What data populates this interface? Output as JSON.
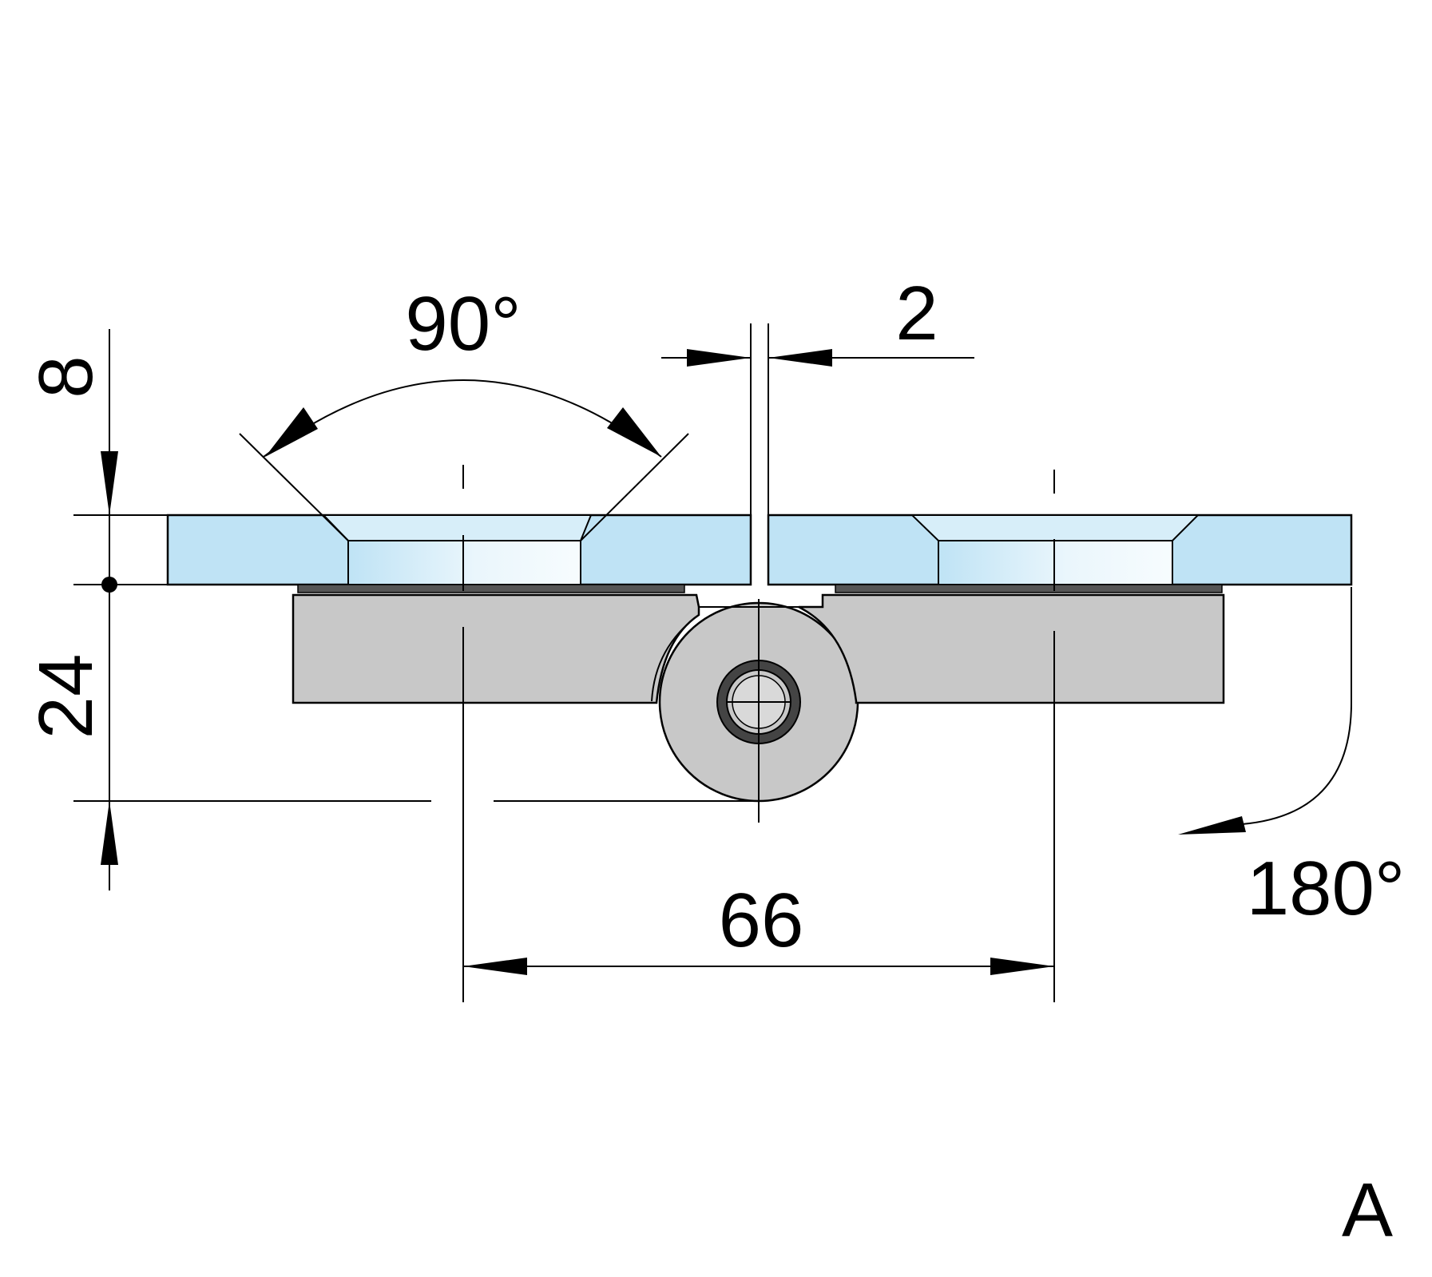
{
  "dimensions": {
    "height_glass": "8",
    "height_total": "24",
    "countersink_angle": "90°",
    "gap": "2",
    "hole_spacing": "66",
    "rotation": "180°"
  },
  "view_label": "A",
  "colors": {
    "glass": "#bfe3f5",
    "glass_highlight": "#f2f9fc",
    "metal": "#c8c8c8",
    "gasket": "#555555",
    "line": "#000000"
  }
}
